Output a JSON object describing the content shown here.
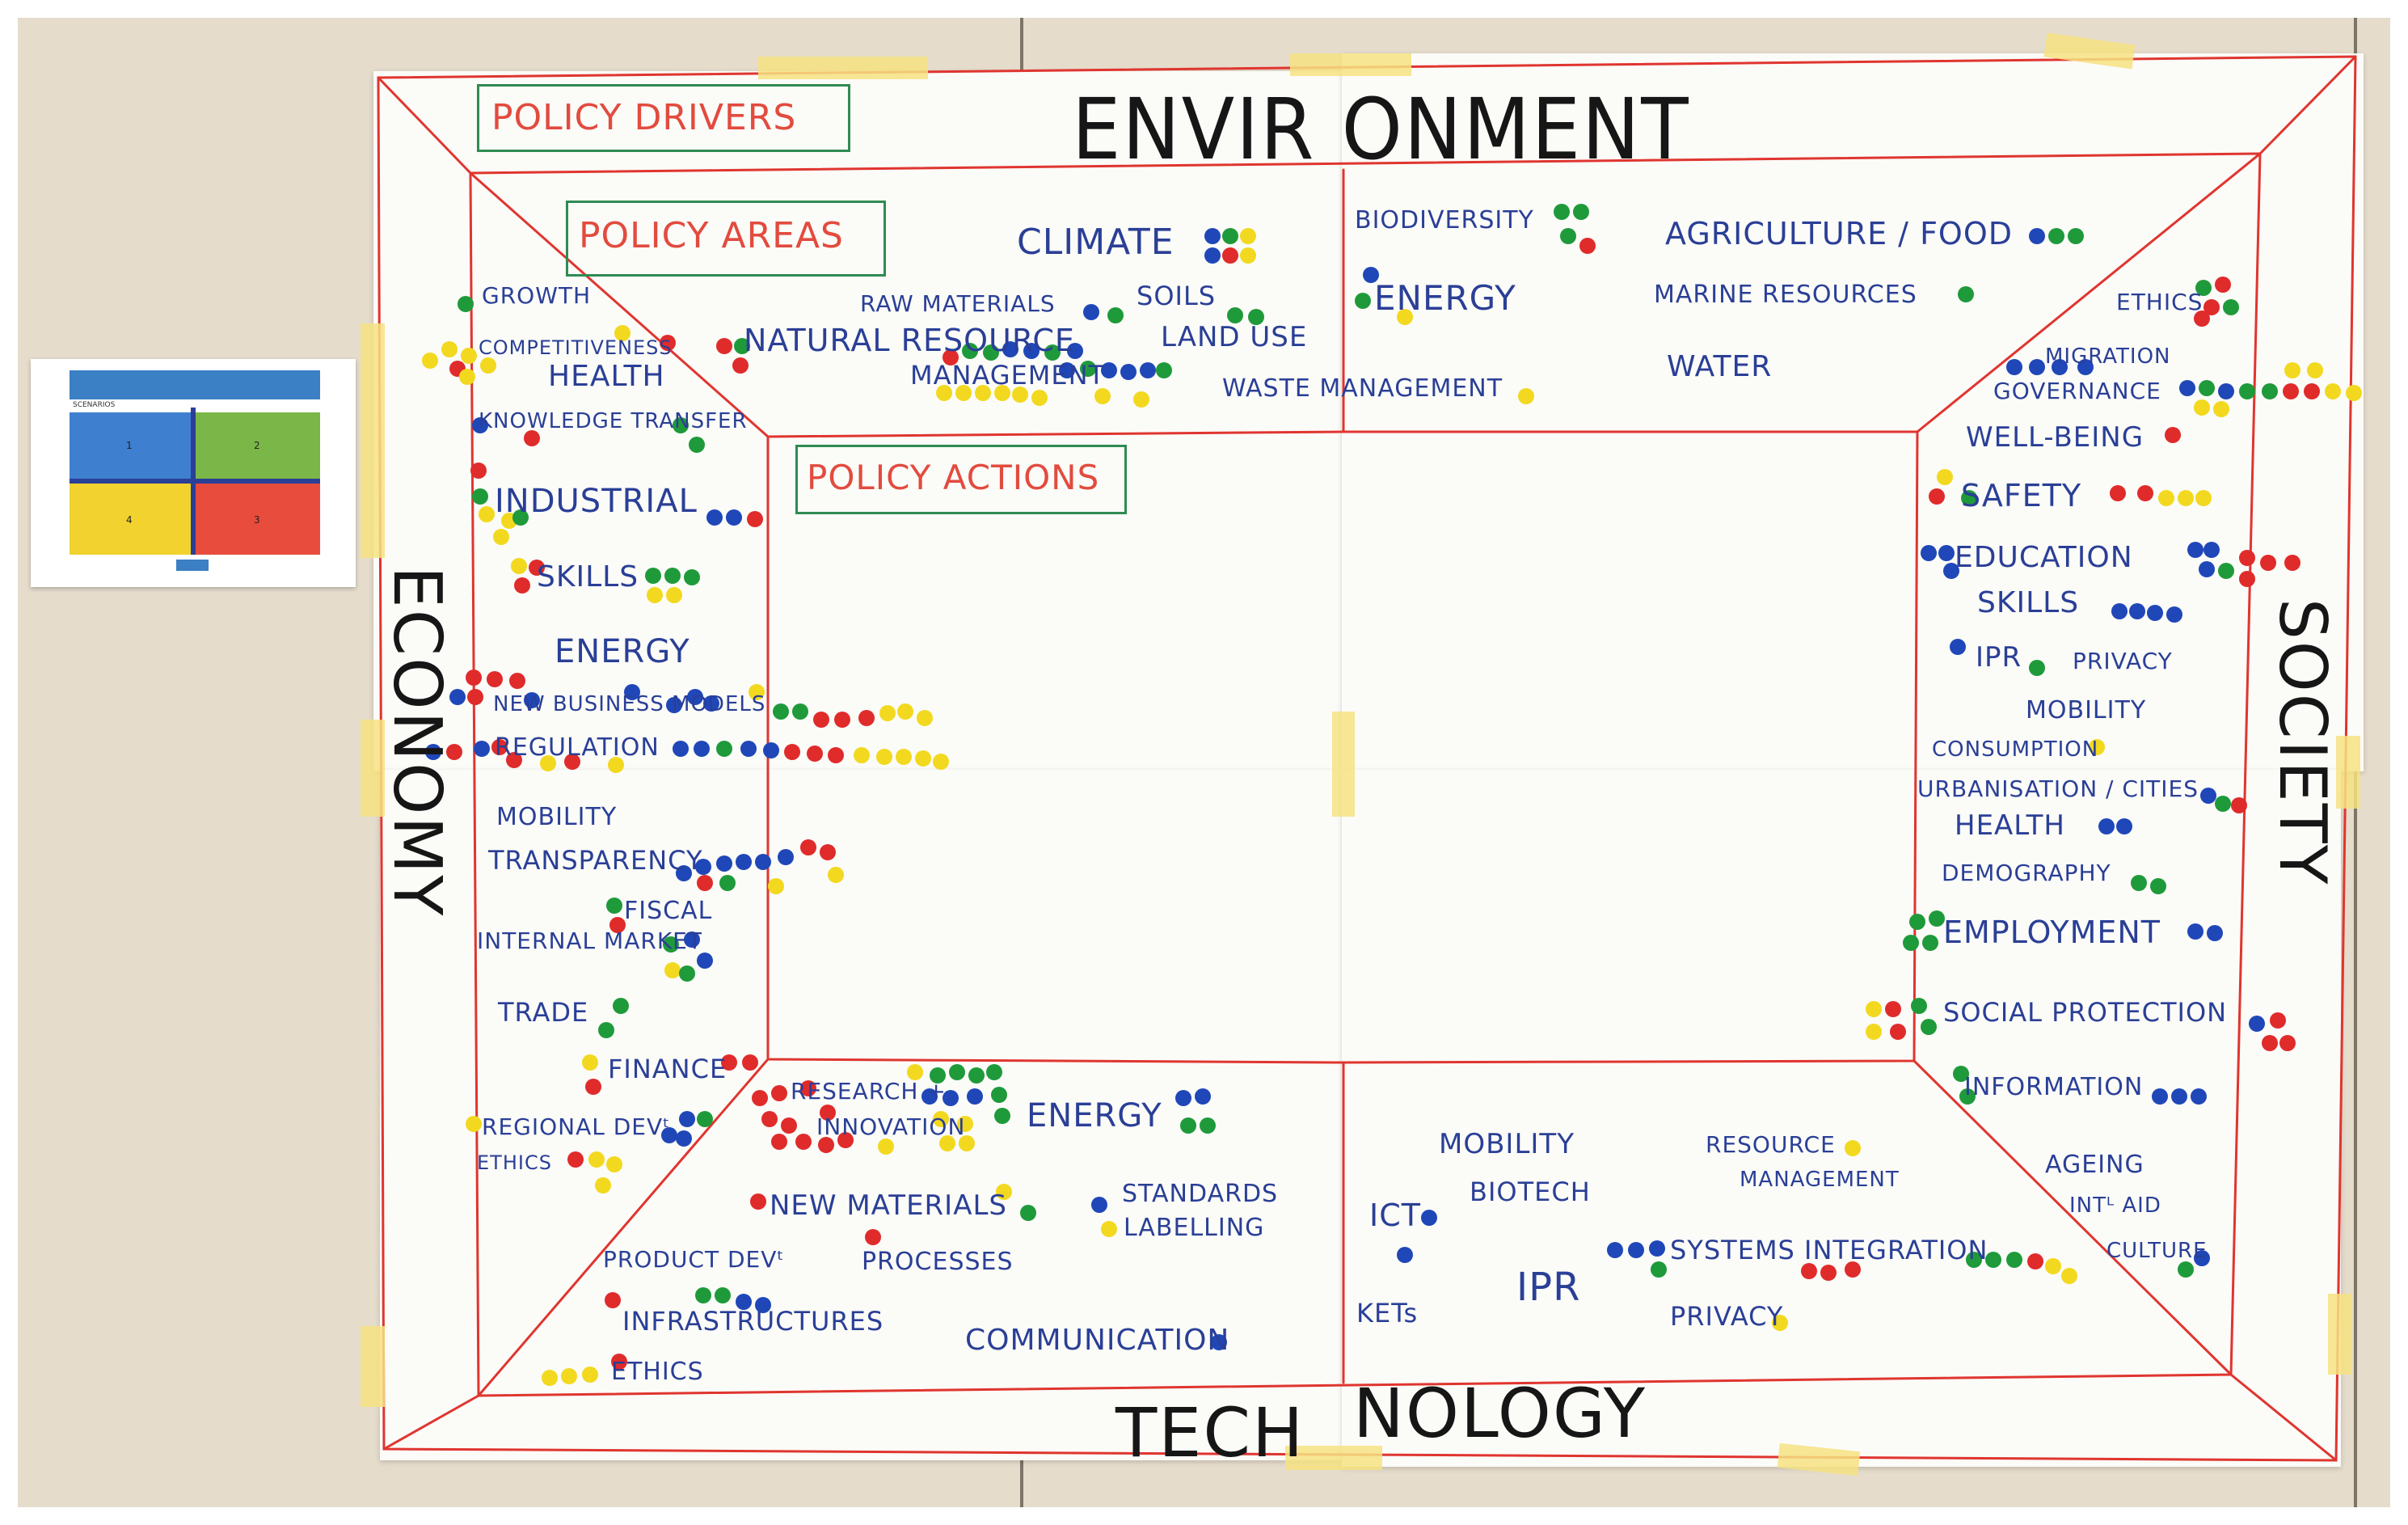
{
  "poster": {
    "environment": "ENVIR ONMENT",
    "economy": "ECONOMY",
    "society": "SOCIETY",
    "technology_left": "TECH",
    "technology_right": "NOLOGY",
    "policy_drivers": "POLICY DRIVERS",
    "policy_areas": "POLICY AREAS",
    "policy_actions": "POLICY ACTIONS"
  },
  "scenario_card": {
    "title": "SCENARIOS",
    "quadrants": [
      "1",
      "2",
      "4",
      "3"
    ],
    "quadrant_colors": [
      "#3f7fd0",
      "#7ab648",
      "#f2d22e",
      "#e84c3d"
    ]
  },
  "dot_colors": {
    "red": "#e02b2b",
    "green": "#1f9a3a",
    "blue": "#1f47b8",
    "yellow": "#f2d91f"
  },
  "labels": {
    "climate": "CLIMATE",
    "biodiversity": "BIODIVERSITY",
    "agriculture_food": "AGRICULTURE / FOOD",
    "energy_env": "ENERGY",
    "marine_resources": "MARINE RESOURCES",
    "raw_materials": "RAW MATERIALS",
    "soils": "SOILS",
    "land_use": "LAND USE",
    "natural_resource": "NATURAL RESOURCE",
    "management": "MANAGEMENT",
    "water": "WATER",
    "waste_management": "WASTE MANAGEMENT",
    "growth": "GROWTH",
    "competitiveness": "COMPETITIVENESS",
    "health_eco": "HEALTH",
    "knowledge_transfer": "KNOWLEDGE TRANSFER",
    "industrial": "INDUSTRIAL",
    "skills_eco": "SKILLS",
    "energy_eco": "ENERGY",
    "new_business_models": "NEW BUSINESS MODELS",
    "regulation": "REGULATION",
    "mobility_eco": "MOBILITY",
    "transparency": "TRANSPARENCY",
    "fiscal": "FISCAL",
    "internal_market": "INTERNAL MARKET",
    "trade": "TRADE",
    "finance": "FINANCE",
    "regional_dev": "REGIONAL DEVᵗ",
    "ethics_eco": "ETHICS",
    "ethics_soc": "ETHICS",
    "migration": "MIGRATION",
    "governance": "GOVERNANCE",
    "well_being": "WELL-BEING",
    "safety": "SAFETY",
    "education": "EDUCATION",
    "skills_soc": "SKILLS",
    "ipr_soc": "IPR",
    "privacy_soc": "PRIVACY",
    "mobility_soc": "MOBILITY",
    "consumption": "CONSUMPTION",
    "urbanisation": "URBANISATION / CITIES",
    "health_soc": "HEALTH",
    "demography": "DEMOGRAPHY",
    "employment": "EMPLOYMENT",
    "social_protection": "SOCIAL PROTECTION",
    "information": "INFORMATION",
    "ageing": "AGEING",
    "intl_aid": "INTᴸ AID",
    "culture": "CULTURE",
    "research_innovation_1": "RESEARCH +",
    "research_innovation_2": "INNOVATION",
    "energy_tech": "ENERGY",
    "new_materials": "NEW MATERIALS",
    "processes": "PROCESSES",
    "standards": "STANDARDS",
    "labelling": "LABELLING",
    "product_dev": "PRODUCT DEVᵗ",
    "infrastructures": "INFRASTRUCTURES",
    "ethics_tech": "ETHICS",
    "communication": "COMMUNICATION",
    "mobility_tech": "MOBILITY",
    "biotech": "BIOTECH",
    "resource_1": "RESOURCE",
    "resource_2": "MANAGEMENT",
    "ict": "ICT",
    "kets": "KETs",
    "ipr_tech": "IPR",
    "systems_integration": "SYSTEMS INTEGRATION",
    "privacy_tech": "PRIVACY"
  }
}
